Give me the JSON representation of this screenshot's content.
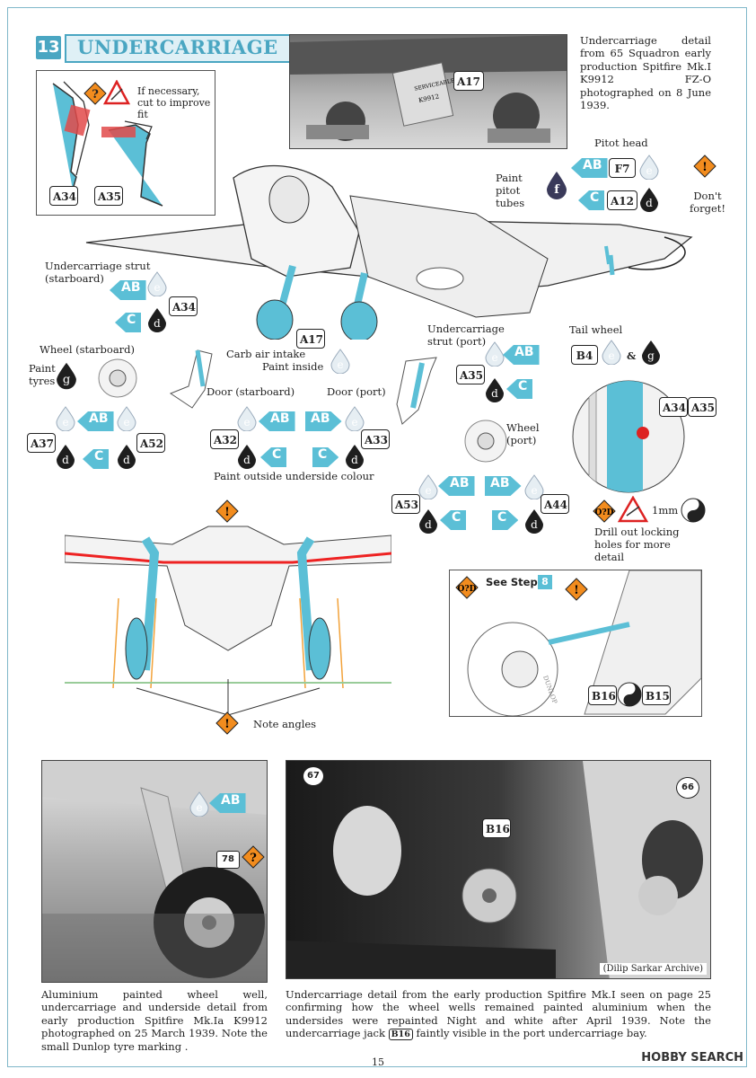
{
  "header": {
    "step_number": "13",
    "title": "UNDERCARRIAGE"
  },
  "top_photo": {
    "caption": "Undercarriage detail from 65 Squadron early production Spitfire Mk.I K9912 FZ-O photographed on 8 June 1939.",
    "part": "A17"
  },
  "cut_box": {
    "note": "If necessary, cut to improve fit",
    "parts": [
      "A34",
      "A35"
    ]
  },
  "pitot": {
    "title": "Pitot head",
    "paint_note": "Paint pitot tubes",
    "paint_code": "f",
    "parts": [
      "F7",
      "A12"
    ],
    "chips": [
      "AB",
      "C"
    ],
    "drops": [
      "e",
      "d"
    ],
    "reminder": "Don't forget!"
  },
  "strut_starboard": {
    "label": "Undercarriage strut (starboard)",
    "part": "A34",
    "chips": [
      "AB",
      "C"
    ],
    "drops": [
      "e",
      "d"
    ]
  },
  "carb": {
    "label": "Carb air intake",
    "paint": "Paint inside",
    "part": "A17",
    "drop": "e"
  },
  "wheel_starboard": {
    "label": "Wheel (starboard)",
    "paint_tyres": "Paint tyres",
    "tyre_code": "g",
    "parts": [
      "A37",
      "A52"
    ],
    "chips": [
      "AB",
      "C"
    ],
    "drops": [
      "e",
      "d"
    ]
  },
  "doors": {
    "starboard": "Door (starboard)",
    "port": "Door (port)",
    "parts": [
      "A32",
      "A33"
    ],
    "note": "Paint outside underside colour",
    "chips": [
      "AB",
      "C"
    ],
    "drops": [
      "e",
      "d"
    ]
  },
  "strut_port": {
    "label": "Undercarriage strut (port)",
    "part": "A35",
    "chips": [
      "AB",
      "C"
    ],
    "drops": [
      "e",
      "d"
    ]
  },
  "tail_wheel": {
    "label": "Tail wheel",
    "part": "B4",
    "drops": [
      "e",
      "g"
    ],
    "amp": "&"
  },
  "detail_circle": {
    "parts": [
      "A34",
      "A35"
    ],
    "size": "1mm",
    "note": "Drill out locking holes for more detail"
  },
  "wheel_port": {
    "label": "Wheel (port)",
    "parts": [
      "A53",
      "A44"
    ],
    "chips": [
      "AB",
      "C"
    ],
    "drops": [
      "e",
      "d"
    ]
  },
  "front_view": {
    "note": "Note angles"
  },
  "see_step": {
    "text": "See Step",
    "step": "8",
    "parts": [
      "B16",
      "B15"
    ],
    "tyre_text": "DUNLOP"
  },
  "photo_left": {
    "chip": "AB",
    "drop": "e",
    "callout": "78",
    "caption": "Aluminium painted wheel well, undercarriage and underside detail from early production Spitfire Mk.Ia K9912 photographed on 25 March 1939. Note the small Dunlop tyre marking ."
  },
  "photo_right": {
    "callouts": [
      "67",
      "66"
    ],
    "part": "B16",
    "credit": "(Dilip Sarkar Archive)",
    "caption_a": "Undercarriage detail from the early production Spitfire Mk.I seen on page 25 confirming how the wheel wells remained painted aluminium when the undersides were repainted Night and white after April 1939. Note the undercarriage jack",
    "caption_part": "B16",
    "caption_b": "faintly visible in the port undercarriage bay."
  },
  "top_photo_sign": [
    "SERVICEABLE",
    "K9912"
  ],
  "footer": {
    "page": "15",
    "watermark": "HOBBY SEARCH"
  },
  "colors": {
    "accent": "#4aa6c2",
    "chip": "#5bbfd6",
    "warning": "#f28c1e"
  }
}
